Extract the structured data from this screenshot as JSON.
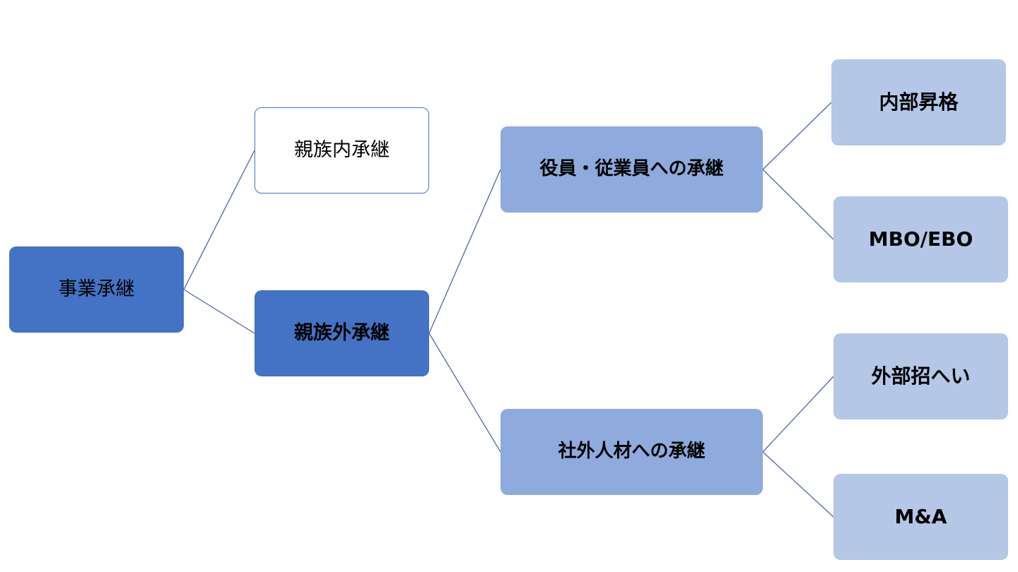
{
  "diagram": {
    "root": {
      "label": "事業承継"
    },
    "branches": [
      {
        "label": "親族内承継"
      },
      {
        "label": "親族外承継"
      }
    ],
    "sub_branches": [
      {
        "label": "役員・従業員への承継"
      },
      {
        "label": "社外人材への承継"
      }
    ],
    "leaves": [
      {
        "label": "内部昇格"
      },
      {
        "label": "MBO/EBO"
      },
      {
        "label": "外部招へい"
      },
      {
        "label": "M&A"
      }
    ]
  },
  "colors": {
    "root_fill": "#4472c4",
    "branch_outline": "#4472c4",
    "branch_fill": "#4472c4",
    "sub_branch_fill": "#8faadc",
    "leaf_fill": "#b4c7e7",
    "connector": "#4a6a9b"
  }
}
